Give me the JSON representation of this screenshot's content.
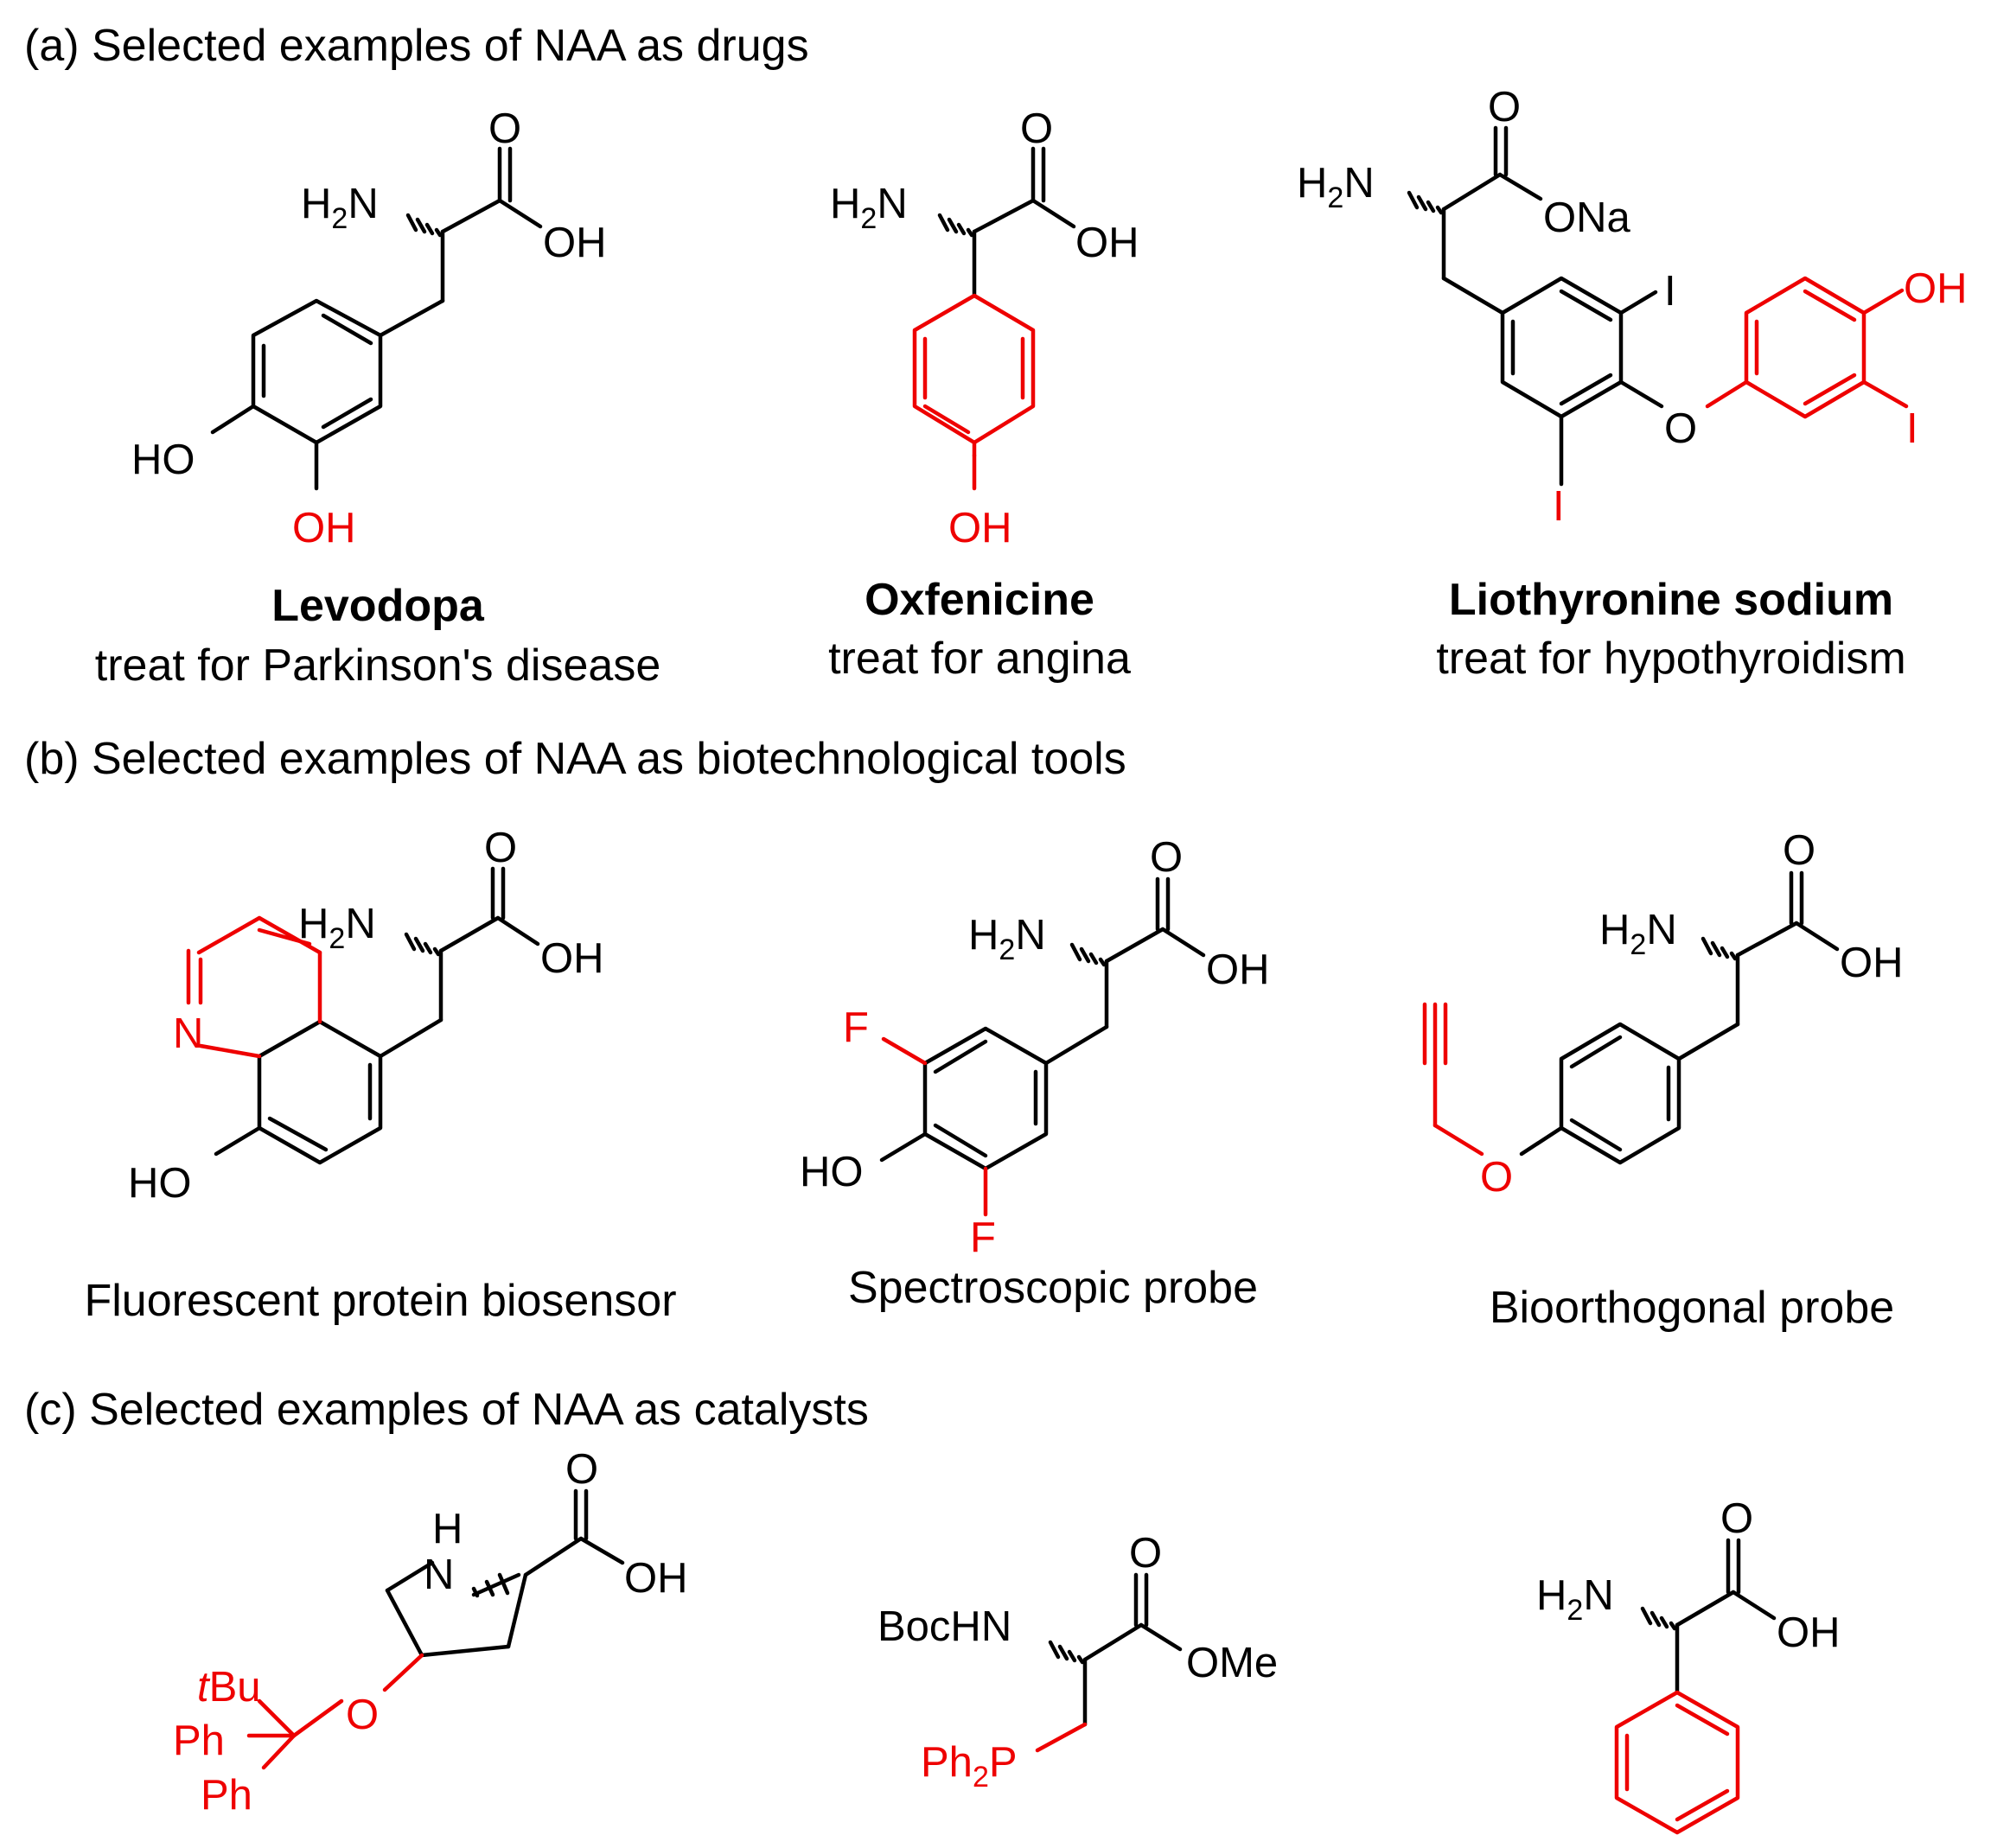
{
  "sections": {
    "a": {
      "heading": "(a) Selected examples of NAA as drugs"
    },
    "b": {
      "heading": "(b) Selected examples of NAA as biotechnological tools"
    },
    "c": {
      "heading": "(c) Selected examples of NAA as catalysts"
    }
  },
  "drugs": [
    {
      "name": "Levodopa",
      "use": "treat for Parkinson's disease"
    },
    {
      "name": "Oxfenicine",
      "use": "treat for angina"
    },
    {
      "name": "Liothyronine sodium",
      "use": "treat for hypothyroidism"
    }
  ],
  "tools": [
    {
      "caption": "Fluorescent protein biosensor"
    },
    {
      "caption": "Spectroscopic probe"
    },
    {
      "caption": "Bioorthogonal probe"
    }
  ],
  "atoms": {
    "O": "O",
    "OH": "OH",
    "HO": "HO",
    "H": "H",
    "N": "N",
    "F": "F",
    "I": "I",
    "ONa": "ONa",
    "OMe": "OMe",
    "BocHN": "BocHN",
    "H2N_H": "H",
    "H2N_sub": "2",
    "H2N_N": "N",
    "Ph2P_Ph": "Ph",
    "Ph2P_sub": "2",
    "Ph2P_P": "P",
    "tBu_t": "t",
    "tBu_Bu": "Bu",
    "Ph": "Ph"
  },
  "colors": {
    "ink": "#000000",
    "highlight": "#ee0000"
  }
}
